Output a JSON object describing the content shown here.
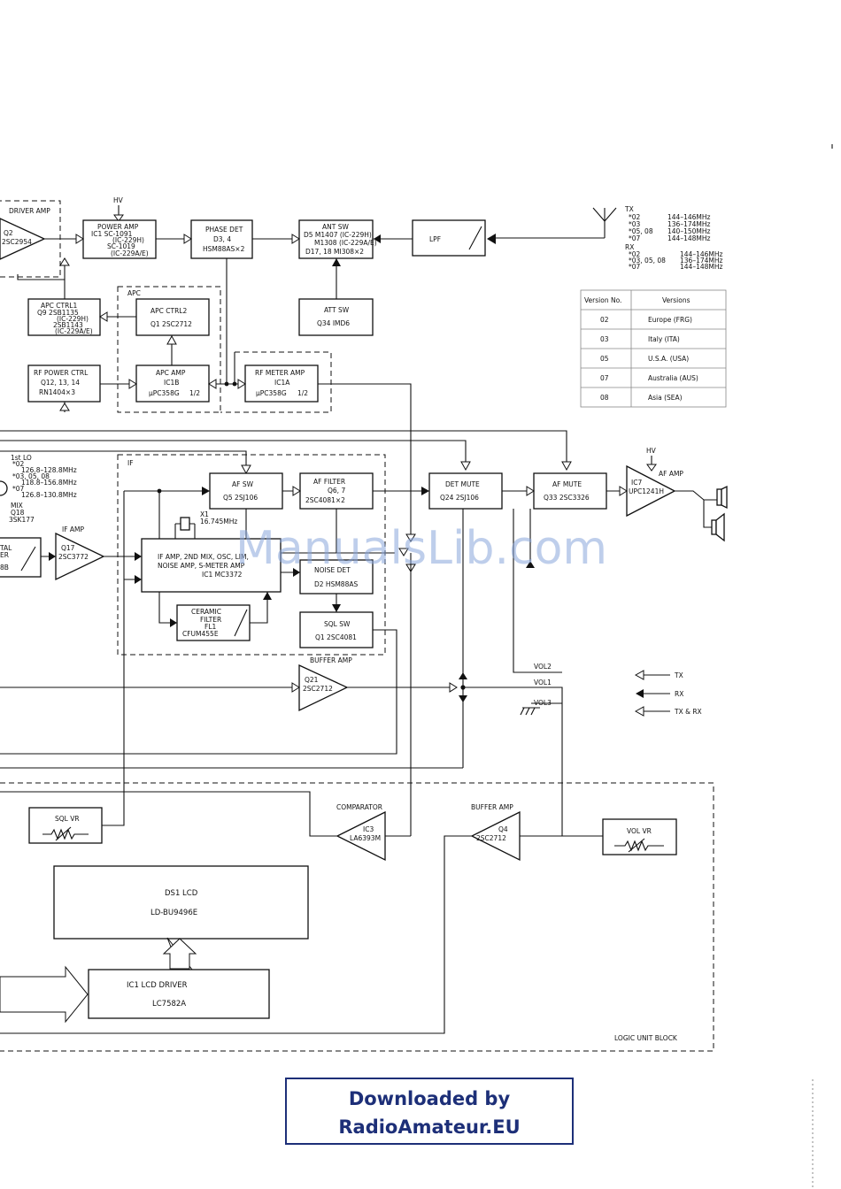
{
  "blocks": {
    "driver_amp": {
      "group": "DRIVER AMP",
      "l1": "Q2",
      "l2": "2SC2954"
    },
    "hv1": "HV",
    "power_amp": {
      "l1": "POWER AMP",
      "l2": "IC1 SC-1091",
      "l3": "(IC-229H)",
      "l4": "SC-1019",
      "l5": "(IC-229A/E)"
    },
    "phase_det": {
      "l1": "PHASE DET",
      "l2": "D3, 4",
      "l3": "HSM88AS×2"
    },
    "ant_sw": {
      "l1": "ANT SW",
      "l2": "D5 M1407 (IC-229H)",
      "l3": "M1308 (IC-229A/E)",
      "l4": "D17, 18 MI308×2"
    },
    "lpf": "LPF",
    "apc_ctrl1": {
      "l1": "APC CTRL1",
      "l2": "Q9 2SB1135",
      "l3": "(IC-229H)",
      "l4": "2SB1143",
      "l5": "(IC-229A/E)"
    },
    "apc_group": "APC",
    "apc_ctrl2": {
      "l1": "APC CTRL2",
      "l2": "Q1 2SC2712"
    },
    "att_sw": {
      "l1": "ATT SW",
      "l2": "Q34 IMD6"
    },
    "rf_power_ctrl": {
      "l1": "RF POWER CTRL",
      "l2": "Q12, 13, 14",
      "l3": "RN1404×3"
    },
    "apc_amp": {
      "l1": "APC AMP",
      "l2": "IC1B",
      "l3": "μPC358G",
      "l4": "1/2"
    },
    "rf_meter_amp": {
      "l1": "RF METER AMP",
      "l2": "IC1A",
      "l3": "μPC358G",
      "l4": "1/2"
    },
    "first_lo": {
      "l1": "1st LO",
      "l2": "*02",
      "l3": "126.8–128.8MHz",
      "l4": "*03, 05, 08",
      "l5": "118.8–156.8MHz",
      "l6": "*07",
      "l7": "126.8–130.8MHz"
    },
    "mix": {
      "l1": "MIX",
      "l2": "Q18",
      "l3": "3SK177"
    },
    "if_group": "IF",
    "af_sw": {
      "l1": "AF SW",
      "l2": "Q5 2SJ106"
    },
    "af_filter": {
      "l1": "AF FILTER",
      "l2": "Q6, 7",
      "l3": "2SC4081×2"
    },
    "det_mute": {
      "l1": "DET MUTE",
      "l2": "Q24 2SJ106"
    },
    "af_mute": {
      "l1": "AF MUTE",
      "l2": "Q33 2SC3326"
    },
    "af_amp": {
      "hv": "HV",
      "title": "AF AMP",
      "l1": "IC7",
      "l2": "UPC1241H"
    },
    "crystal": {
      "l1": "X1",
      "l2": "16.745MHz"
    },
    "if_amp": {
      "title": "IF AMP",
      "l1": "Q17",
      "l2": "2SC3772"
    },
    "ic_mc3372": {
      "l1": "IF AMP, 2ND MIX, OSC, LIM,",
      "l2": "NOISE AMP, S-METER AMP",
      "l3": "IC1 MC3372"
    },
    "noise_det": {
      "l1": "NOISE DET",
      "l2": "D2 HSM88AS"
    },
    "ceramic_filter": {
      "l1": "CERAMIC",
      "l2": "FILTER",
      "l3": "FL1",
      "l4": "CFUM455E"
    },
    "sql_sw": {
      "l1": "SQL SW",
      "l2": "Q1 2SC4081"
    },
    "crystal_filter_partial": {
      "l1": "TAL",
      "l2": "ER",
      "l3": "8B"
    },
    "buffer_amp1": {
      "title": "BUFFER AMP",
      "l1": "Q21",
      "l2": "2SC2712"
    },
    "vol": {
      "v2": "VOL2",
      "v1": "VOL1",
      "v3": "VOL3"
    },
    "sql_vr": "SQL VR",
    "comparator": {
      "title": "COMPARATOR",
      "l1": "IC3",
      "l2": "LA6393M"
    },
    "buffer_amp2": {
      "title": "BUFFER AMP",
      "l1": "Q4",
      "l2": "2SC2712"
    },
    "vol_vr": "VOL VR",
    "lcd": {
      "l1": "DS1 LCD",
      "l2": "LD-BU9496E"
    },
    "lcd_driver": {
      "l1": "IC1 LCD DRIVER",
      "l2": "LC7582A"
    },
    "logic_unit": "LOGIC UNIT BLOCK"
  },
  "freq_notes": {
    "tx_title": "TX",
    "tx": [
      {
        "ver": "*02",
        "freq": "144–146MHz"
      },
      {
        "ver": "*03",
        "freq": "136–174MHz"
      },
      {
        "ver": "*05, 08",
        "freq": "140–150MHz"
      },
      {
        "ver": "*07",
        "freq": "144–148MHz"
      }
    ],
    "rx_title": "RX",
    "rx": [
      {
        "ver": "*02",
        "freq": "144–146MHz"
      },
      {
        "ver": "*03, 05, 08",
        "freq": "136–174MHz"
      },
      {
        "ver": "*07",
        "freq": "144–148MHz"
      }
    ]
  },
  "versions_table": {
    "headers": [
      "Version No.",
      "Versions"
    ],
    "rows": [
      [
        "02",
        "Europe (FRG)"
      ],
      [
        "03",
        "Italy (ITA)"
      ],
      [
        "05",
        "U.S.A. (USA)"
      ],
      [
        "07",
        "Australia (AUS)"
      ],
      [
        "08",
        "Asia (SEA)"
      ]
    ]
  },
  "legend": {
    "tx": "TX",
    "rx": "RX",
    "txrx": "TX & RX"
  },
  "watermark": "ManualsLib.com",
  "badge": {
    "line1": "Downloaded by",
    "line2": "RadioAmateur.EU"
  }
}
